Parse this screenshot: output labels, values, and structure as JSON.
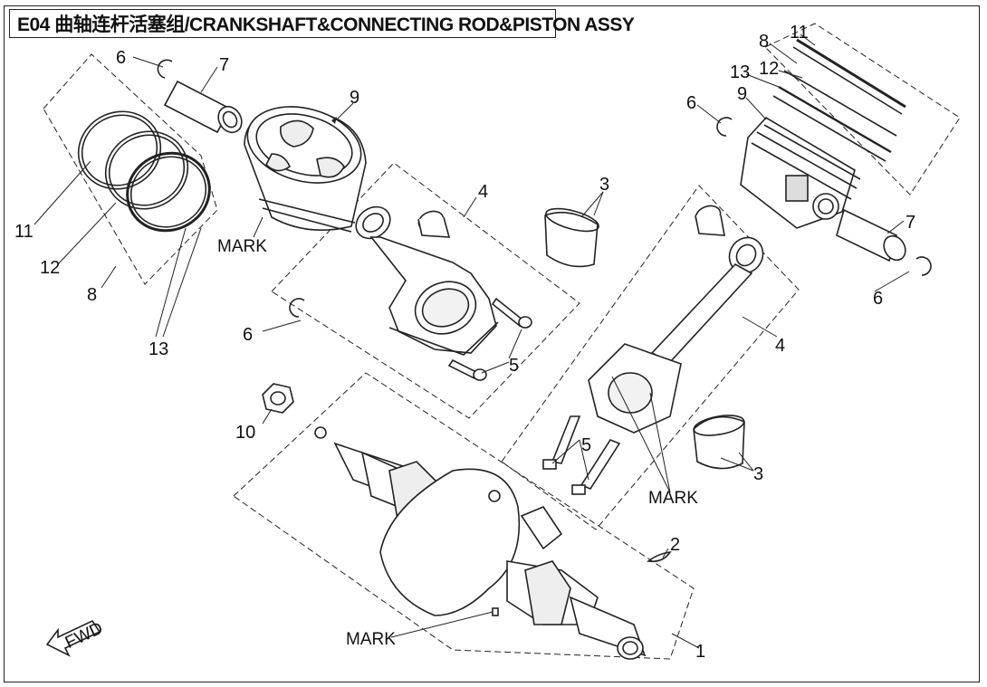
{
  "title": "E04 曲轴连杆活塞组/CRANKSHAFT&CONNECTING ROD&PISTON ASSY",
  "mark_label": "MARK",
  "fwd_label": "FWD",
  "callouts": {
    "c1": "1",
    "c2": "2",
    "c3a": "3",
    "c3b": "3",
    "c4a": "4",
    "c4b": "4",
    "c5a": "5",
    "c5b": "5",
    "c6a": "6",
    "c6b": "6",
    "c6c": "6",
    "c6d": "6",
    "c7a": "7",
    "c7b": "7",
    "c8a": "8",
    "c8b": "8",
    "c9a": "9",
    "c9b": "9",
    "c10": "10",
    "c11a": "11",
    "c11b": "11",
    "c12a": "12",
    "c12b": "12",
    "c13a": "13",
    "c13b": "13"
  },
  "colors": {
    "line": "#222222",
    "shade": "#555555",
    "light": "#e6e6e6"
  }
}
